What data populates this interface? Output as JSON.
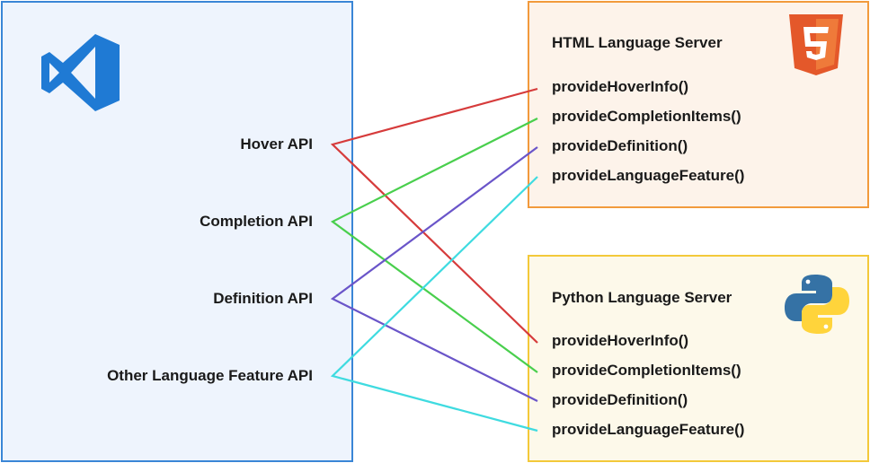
{
  "client": {
    "logo_icon": "vscode-logo-icon",
    "apis": [
      {
        "label": "Hover API",
        "color": "#d63b3b"
      },
      {
        "label": "Completion API",
        "color": "#49cf4d"
      },
      {
        "label": "Definition API",
        "color": "#6a55c9"
      },
      {
        "label": "Other Language Feature API",
        "color": "#3fdbe0"
      }
    ]
  },
  "servers": [
    {
      "title": "HTML Language Server",
      "logo_icon": "html5-logo-icon",
      "methods": [
        "provideHoverInfo()",
        "provideCompletionItems()",
        "provideDefinition()",
        "provideLanguageFeature()"
      ]
    },
    {
      "title": "Python Language Server",
      "logo_icon": "python-logo-icon",
      "methods": [
        "provideHoverInfo()",
        "provideCompletionItems()",
        "provideDefinition()",
        "provideLanguageFeature()"
      ]
    }
  ],
  "colors": {
    "client_border": "#3a86d6",
    "client_fill": "#eef4fd",
    "html_border": "#f29a3c",
    "html_fill": "#fdf3ea",
    "python_border": "#f3c93a",
    "python_fill": "#fdf9ea"
  }
}
